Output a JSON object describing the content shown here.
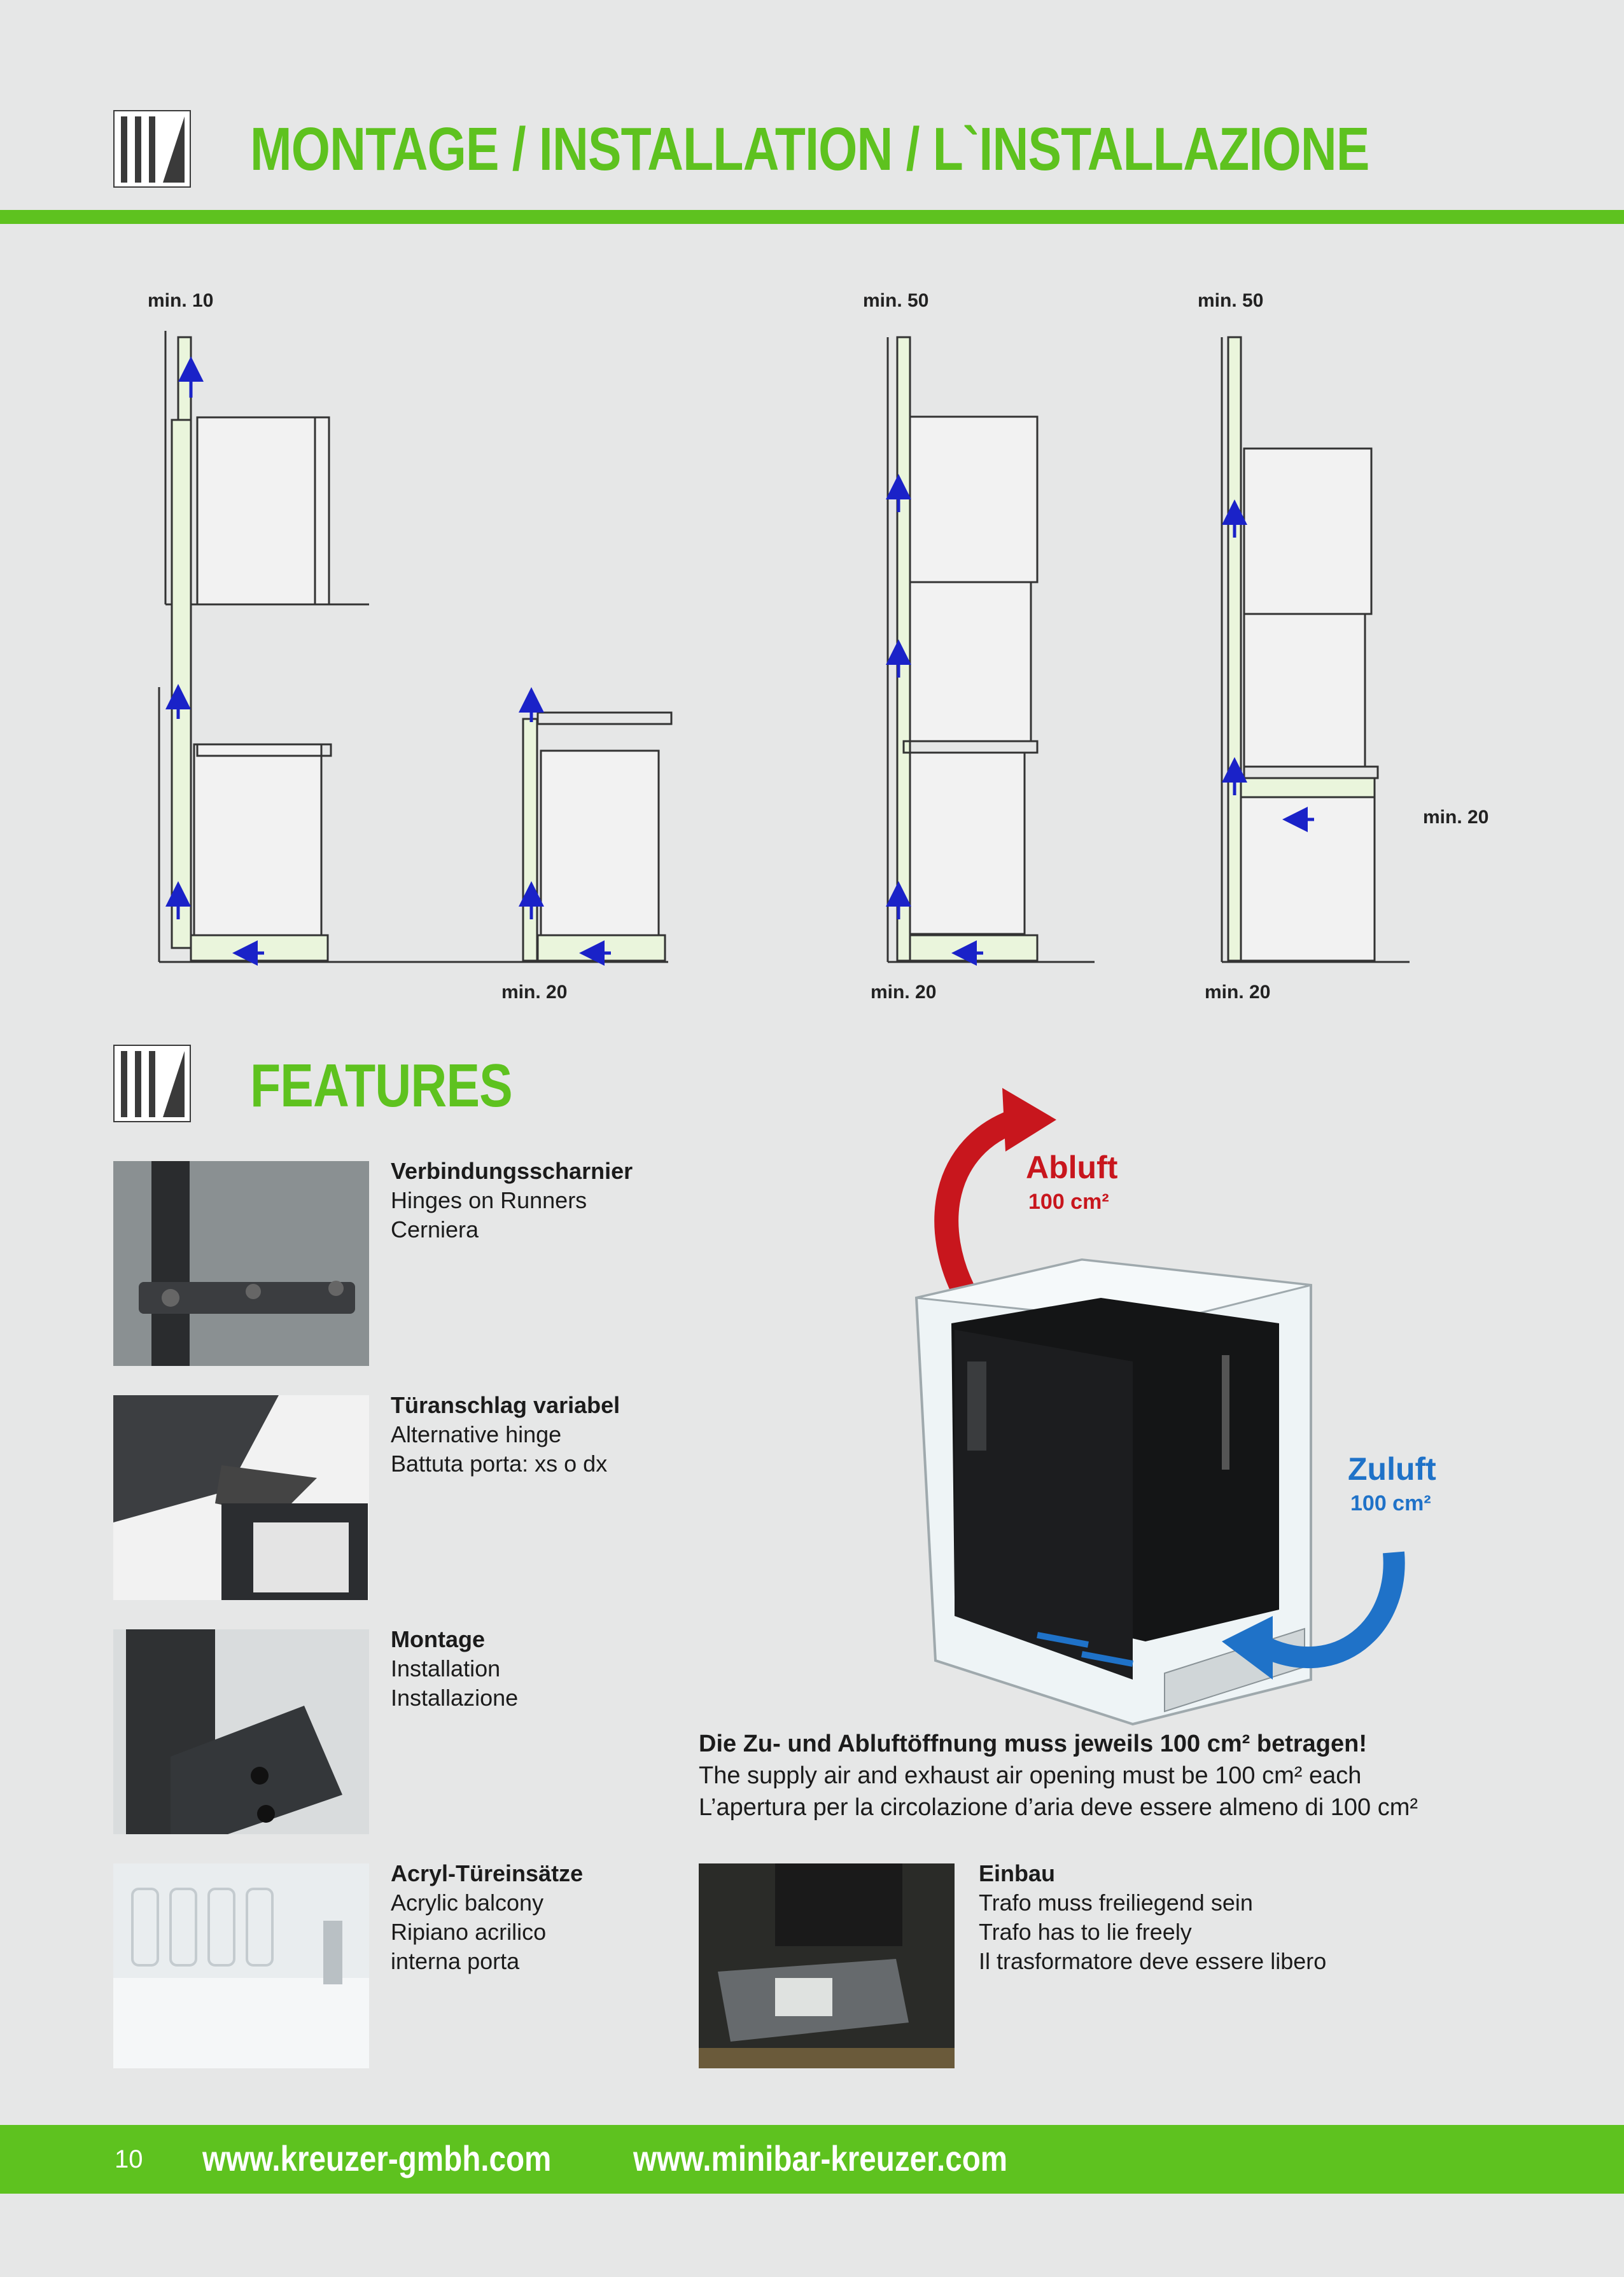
{
  "montage": {
    "title": "MONTAGE / INSTALLATION / L`INSTALLAZIONE",
    "labels": {
      "top_min10": "min. 10",
      "top_min50_a": "min. 50",
      "top_min50_b": "min. 50",
      "right_min20": "min. 20",
      "bottom_min20_a": "min. 20",
      "bottom_min20_b": "min. 20",
      "bottom_min20_c": "min. 20"
    }
  },
  "features": {
    "title": "FEATURES",
    "items": [
      {
        "title": "Verbindungsscharnier",
        "line2": "Hinges on Runners",
        "line3": "Cerniera",
        "line4": ""
      },
      {
        "title": "Türanschlag variabel",
        "line2": "Alternative hinge",
        "line3": "Battuta porta: xs o dx",
        "line4": ""
      },
      {
        "title": "Montage",
        "line2": "Installation",
        "line3": "Installazione",
        "line4": ""
      },
      {
        "title": "Acryl-Türeinsätze",
        "line2": "Acrylic balcony",
        "line3": "Ripiano acrilico",
        "line4": "interna porta"
      }
    ],
    "airflow": {
      "exhaust_label": "Abluft",
      "exhaust_value": "100 cm²",
      "supply_label": "Zuluft",
      "supply_value": "100 cm²"
    },
    "note": {
      "de": "Die Zu- und Abluftöffnung muss jeweils 100 cm² betragen!",
      "en": "The supply air and exhaust air opening must be 100 cm² each",
      "it": "L’apertura per la circolazione d’aria deve essere almeno di 100 cm²"
    },
    "einbau": {
      "title": "Einbau",
      "line2": "Trafo muss freiliegend sein",
      "line3": "Trafo has to lie freely",
      "line4": "Il trasformatore deve essere libero"
    }
  },
  "footer": {
    "page_number": "10",
    "url1": "www.kreuzer-gmbh.com",
    "url2": "www.minibar-kreuzer.com"
  },
  "colors": {
    "brand_green": "#5ec21f",
    "exhaust_red": "#c8161d",
    "supply_blue": "#1f72c8",
    "flow_arrow": "#1a22c8"
  }
}
